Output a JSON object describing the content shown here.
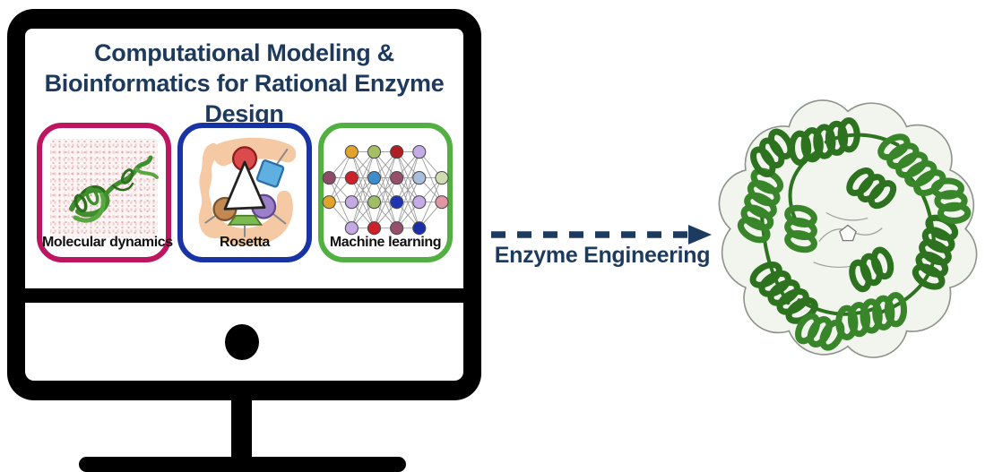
{
  "figure": {
    "monitor": {
      "title_lines": [
        "Computational Modeling &",
        "Bioinformatics for Rational Enzyme",
        "Design"
      ],
      "title_color": "#1d3a5c"
    },
    "panels": [
      {
        "id": "molecular-dynamics",
        "label": "Molecular dynamics",
        "border_color": "#be1560",
        "icon": "protein-ribbon-in-solvent-icon",
        "ribbon_color": "#3f8f2e"
      },
      {
        "id": "rosetta",
        "label": "Rosetta",
        "border_color": "#1834a4",
        "icon": "rosetta-logo-icon",
        "logo_colors": {
          "stone": "#f5c9a3",
          "red_shape": "#dc4b4b",
          "blue_square": "#5fb0e0",
          "brown_shape": "#c28a52",
          "purple_shape": "#9c7fc9",
          "green_trapezoid": "#7cbb4f"
        }
      },
      {
        "id": "machine-learning",
        "label": "Machine learning",
        "border_color": "#52b043",
        "icon": "neural-network-icon",
        "network": {
          "node_columns_x": [
            8,
            34,
            60,
            86,
            112,
            138
          ],
          "row_y_full": [
            13,
            43,
            71,
            101
          ],
          "row_y_edge": [
            43,
            71
          ],
          "layers": [
            [
              "#8E4A66",
              "#E2A32A"
            ],
            [
              "#E2A32A",
              "#CE2029",
              "#C4A9E4",
              "#C4A9E4"
            ],
            [
              "#A4C063",
              "#3E8CCB",
              "#9FBF66",
              "#CE2029"
            ],
            [
              "#B01D24",
              "#96506A",
              "#2033B5",
              "#96506A"
            ],
            [
              "#C6ACE6",
              "#AABEDE",
              "#C6ACE6",
              "#1D2CA8"
            ],
            [
              "#CFDCB2",
              "#E295A3"
            ]
          ]
        }
      }
    ],
    "arrow": {
      "label": "Enzyme Engineering",
      "color": "#1d3a5f"
    },
    "protein": {
      "icon": "enzyme-surface-ribbon-illustration",
      "ribbon_color": "#2d7320",
      "surface_color": "#f1f5ee"
    }
  }
}
